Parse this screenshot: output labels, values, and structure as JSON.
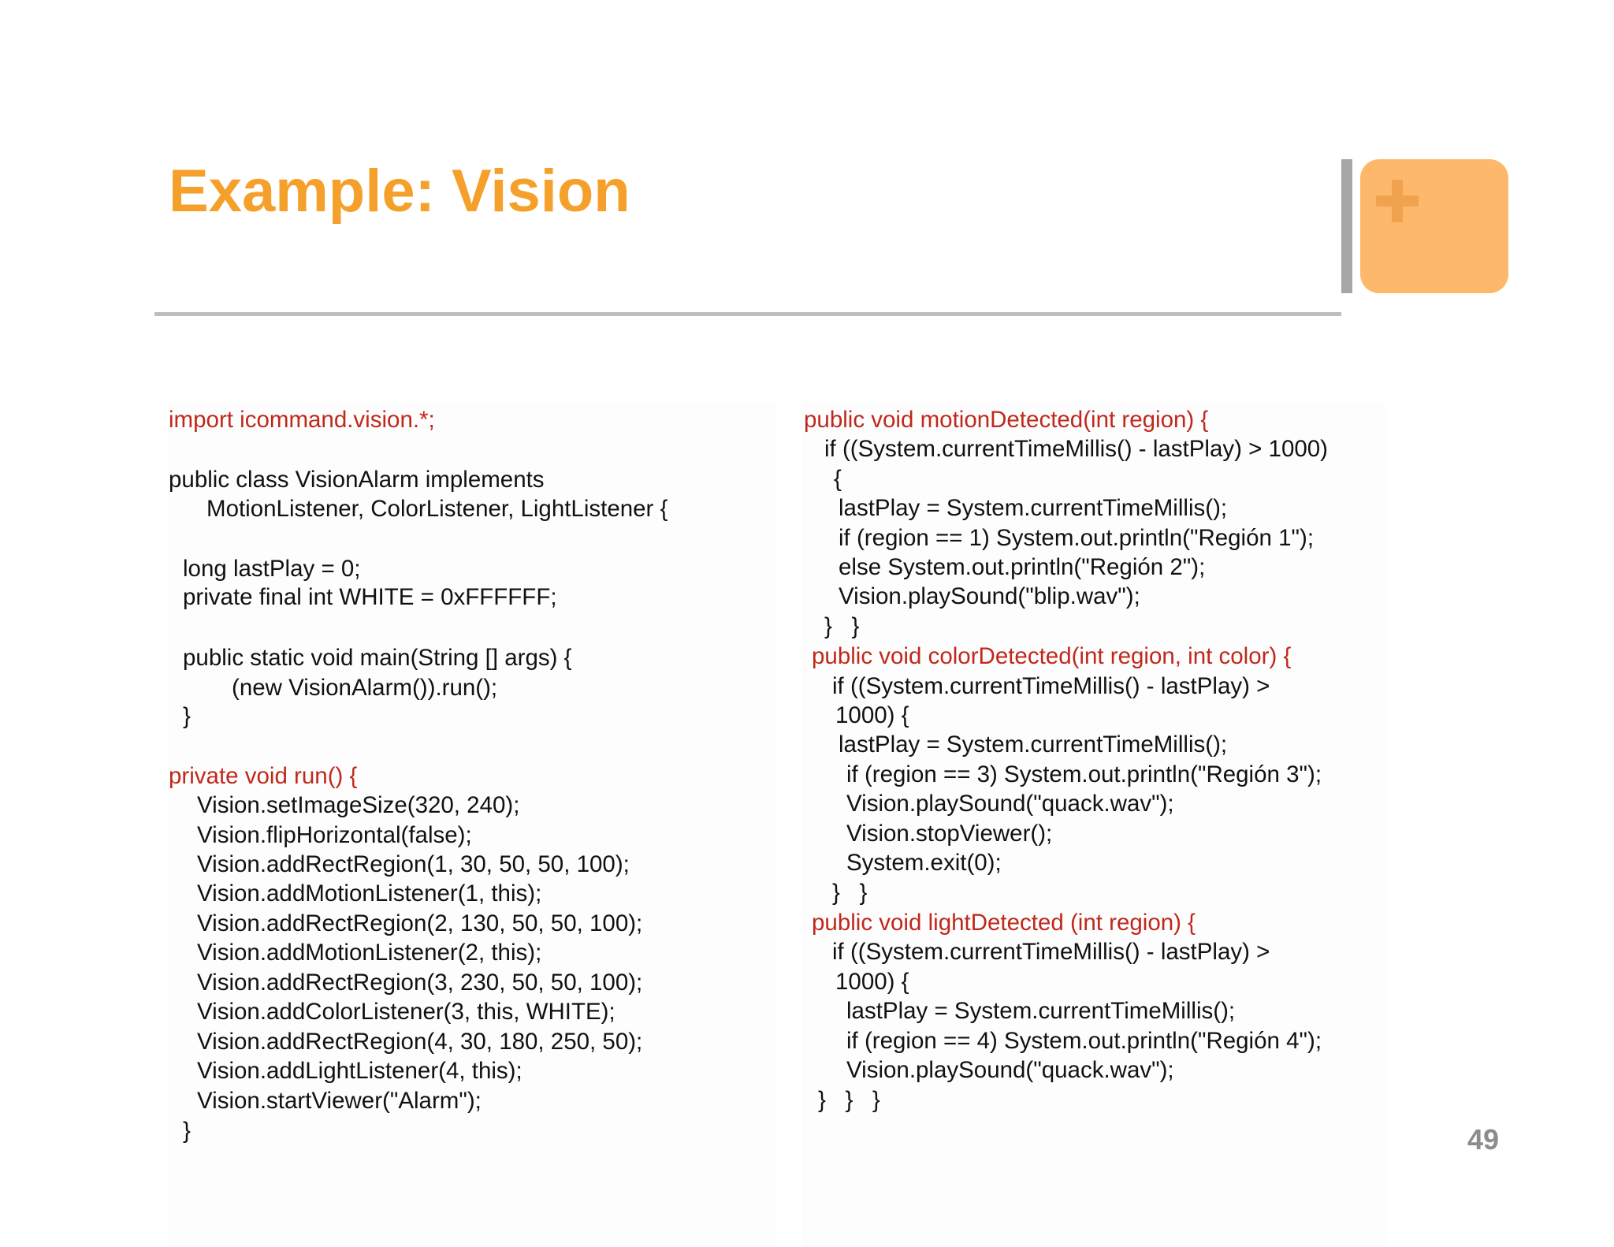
{
  "slide": {
    "title": "Example: Vision",
    "page_number": "49",
    "decoration": {
      "icon": "plus-icon"
    }
  },
  "colors": {
    "title": "#F5A02A",
    "accent_box": "#FDB86B",
    "plus": "#F0A24E",
    "rule": "#BDBDBD",
    "vertical_bar": "#A6A6A6",
    "keyword": "#C0281B",
    "code": "#111111",
    "page_number": "#8C8C8C"
  },
  "code": {
    "left": {
      "import_line": "import icommand.vision.*;",
      "class_decl": "public class VisionAlarm implements",
      "class_interfaces": "MotionListener, ColorListener, LightListener {",
      "last_play_field": "long lastPlay = 0;",
      "white_field": "private final int WHITE = 0xFFFFFF;",
      "main_decl": "public static void main(String [] args) {",
      "main_body": "(new VisionAlarm()).run();",
      "main_close": "}",
      "run_decl": "private void run() {",
      "run_body": [
        "Vision.setImageSize(320, 240);",
        "Vision.flipHorizontal(false);",
        "Vision.addRectRegion(1, 30, 50, 50, 100);",
        "Vision.addMotionListener(1, this);",
        "Vision.addRectRegion(2, 130, 50, 50, 100);",
        "Vision.addMotionListener(2, this);",
        "Vision.addRectRegion(3, 230, 50, 50, 100);",
        "Vision.addColorListener(3, this, WHITE);",
        "Vision.addRectRegion(4, 30, 180, 250, 50);",
        "Vision.addLightListener(4, this);",
        "Vision.startViewer(\"Alarm\");"
      ],
      "run_close": "}"
    },
    "right": {
      "motion_decl": "public void motionDetected(int region) {",
      "motion_body": [
        "if ((System.currentTimeMillis() - lastPlay) > 1000)",
        "{",
        "lastPlay = System.currentTimeMillis();",
        "if (region == 1) System.out.println(\"Región 1\");",
        "else System.out.println(\"Región 2\");",
        "Vision.playSound(\"blip.wav\");",
        "}   }"
      ],
      "color_decl": "public void colorDetected(int region, int color) {",
      "color_body": [
        "if ((System.currentTimeMillis() - lastPlay) >",
        "1000) {",
        "lastPlay = System.currentTimeMillis();",
        "if (region == 3) System.out.println(\"Región 3\");",
        "Vision.playSound(\"quack.wav\");",
        "Vision.stopViewer();",
        "System.exit(0);",
        "}   }"
      ],
      "light_decl": "public void lightDetected (int region) {",
      "light_body": [
        "if ((System.currentTimeMillis() - lastPlay) >",
        "1000) {",
        "lastPlay = System.currentTimeMillis();",
        "if (region == 4) System.out.println(\"Región 4\");",
        "Vision.playSound(\"quack.wav\");",
        "}   }   }"
      ]
    }
  }
}
